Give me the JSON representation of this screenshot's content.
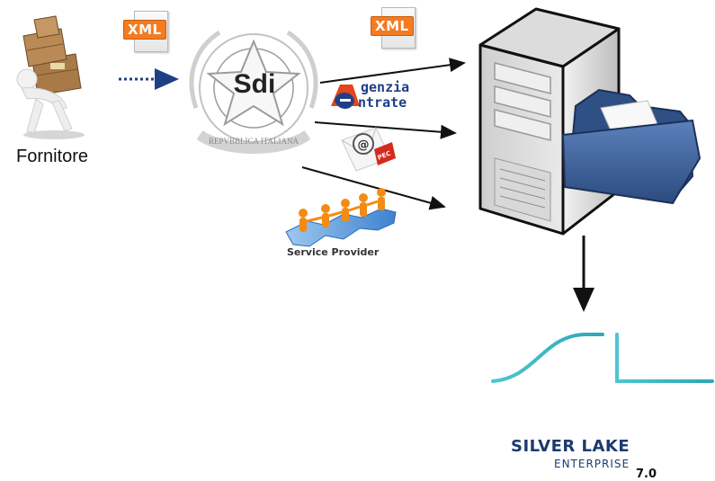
{
  "documents": {
    "file_badge": "XML"
  },
  "supplier": {
    "label": "Fornitore",
    "icon": "courier-carrying-boxes-icon"
  },
  "sdi": {
    "label": "Sdi",
    "emblem": "italian-republic-emblem-icon",
    "emblem_text": "REPVBBLICA ITALIANA"
  },
  "channels": {
    "agency_line1": "genzia",
    "agency_line2": "ntrate",
    "pec_badge": "PEC",
    "service_provider": "Service Provider"
  },
  "server": {
    "icon": "server-tower-icon",
    "folder_icon": "open-folder-icon"
  },
  "brand": {
    "name": "SILVER LAKE",
    "subtitle": "ENTERPRISE",
    "version": "7.0"
  },
  "colors": {
    "xml_orange": "#f47b20",
    "dotted_arrow": "#1f3f86",
    "folder_blue": "#3b5f99",
    "logo_teal": "#35c7cc",
    "brand_navy": "#1c3b6e"
  }
}
